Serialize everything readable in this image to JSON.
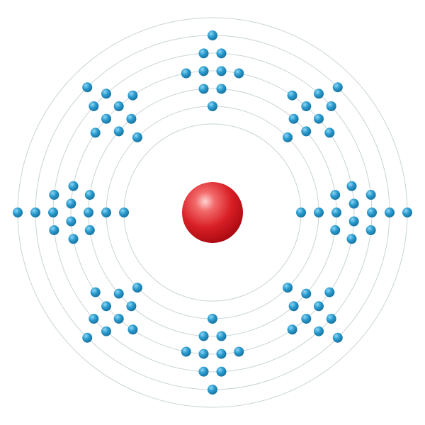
{
  "diagram": {
    "type": "bohr-electron-shell-model",
    "shells": [
      2,
      8,
      18,
      32,
      18,
      8,
      2
    ],
    "colors": {
      "nucleus": "#d11c24",
      "electron": "#1f8fc1",
      "orbit": "#c9d3d6"
    }
  }
}
